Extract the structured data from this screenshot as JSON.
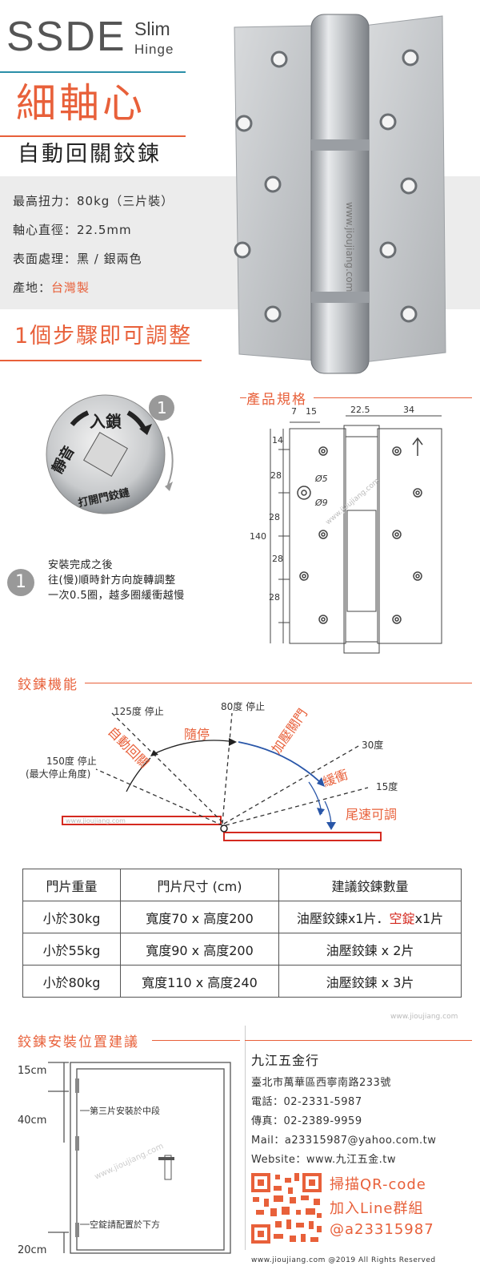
{
  "header": {
    "brand_big": "SSDE",
    "brand_line1": "Slim",
    "brand_line2": "Hinge",
    "title_cn": "細軸心",
    "subtitle_cn": "自動回關鉸鍊"
  },
  "specs": [
    {
      "label": "最高扭力：",
      "value": "80kg（三片裝）"
    },
    {
      "label": "軸心直徑：",
      "value": "22.5mm"
    },
    {
      "label": "表面處理：",
      "value": "黑 / 銀兩色"
    },
    {
      "label": "產地：",
      "value": "台灣製"
    }
  ],
  "adjust": {
    "banner": "1個步驟即可調整",
    "badge": "1",
    "knob_text": "入鎖",
    "knob_text2": "靜音",
    "knob_text3": "打開門鉸鏈",
    "step_num": "1",
    "step_lines": [
      "安裝完成之後",
      "往(慢)順時針方向旋轉調整",
      "一次0.5圈，越多圈緩衝越慢"
    ]
  },
  "product_spec": {
    "title": "產品規格",
    "dims_top": [
      "7",
      "15",
      "22.5",
      "34"
    ],
    "dims_left": [
      "14",
      "28",
      "28",
      "28",
      "28"
    ],
    "height": "140",
    "hole_small": "Ø5",
    "hole_large": "Ø9",
    "watermark": "www.jioujiang.com"
  },
  "hinge_photo_watermark": "www.jioujiang.com",
  "function": {
    "title": "鉸鍊機能",
    "labels": {
      "deg125": "125度 停止",
      "deg80": "80度 停止",
      "deg150": "150度 停止",
      "deg150_note": "(最大停止角度)",
      "deg30": "30度",
      "deg15": "15度",
      "auto_close": "自動回關",
      "free_stop": "隨停",
      "press_close": "加壓關門",
      "buffer": "緩衝",
      "tail_speed": "尾速可調"
    },
    "watermark": "www.jioujiang.com"
  },
  "table": {
    "headers": [
      "門片重量",
      "門片尺寸 (cm)",
      "建議鉸鍊數量"
    ],
    "rows": [
      {
        "weight": "小於30kg",
        "size": "寬度70 x 高度200",
        "qty_a": "油壓鉸鍊x1片．",
        "qty_b": "空錠",
        "qty_c": "x1片"
      },
      {
        "weight": "小於55kg",
        "size": "寬度90 x 高度200",
        "qty_a": "油壓鉸鍊 x 2片",
        "qty_b": "",
        "qty_c": ""
      },
      {
        "weight": "小於80kg",
        "size": "寬度110 x 高度240",
        "qty_a": "油壓鉸鍊 x 3片",
        "qty_b": "",
        "qty_c": ""
      }
    ],
    "watermark": "www.jioujiang.com"
  },
  "install": {
    "title": "鉸鍊安裝位置建議",
    "top": "15cm",
    "mid": "40cm",
    "bottom": "20cm",
    "note_mid": "第三片安裝於中段",
    "note_bottom": "空錠請配置於下方",
    "watermark": "www.jioujiang.com"
  },
  "company": {
    "name": "九江五金行",
    "address": "臺北市萬華區西寧南路233號",
    "phone": "電話：02-2331-5987",
    "fax": "傳真：02-2389-9959",
    "mail": "Mail：a23315987@yahoo.com.tw",
    "website": "Website：www.九江五金.tw",
    "qr_line1": "掃描QR-code",
    "qr_line2": "加入Line群組",
    "qr_line3": "@a23315987",
    "footer": "www.jioujiang.com @2019  All Rights Reserved"
  },
  "colors": {
    "accent": "#e8603a",
    "red": "#d42a20",
    "band": "#ececec"
  }
}
